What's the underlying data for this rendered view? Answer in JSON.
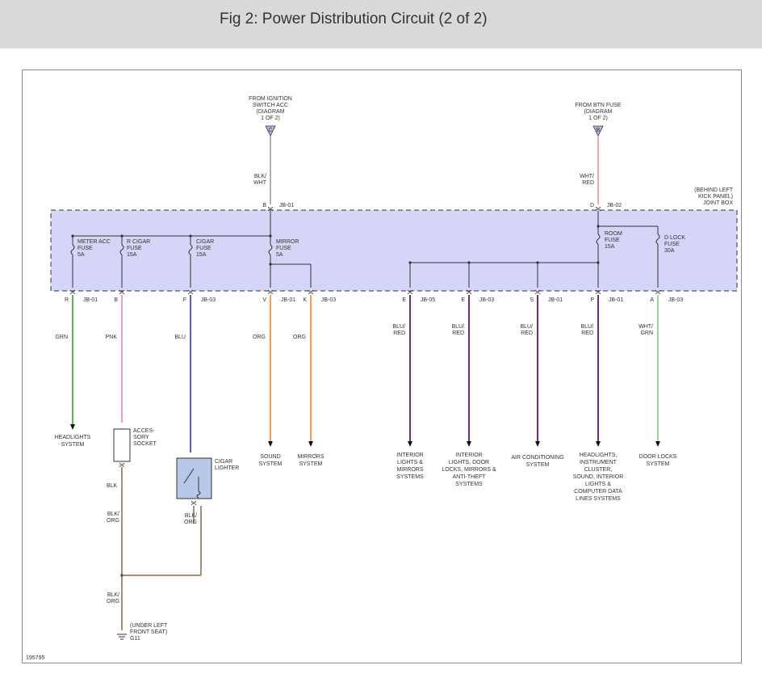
{
  "title": "Fig 2: Power Distribution Circuit (2 of 2)",
  "figure_id": "195795",
  "colors": {
    "background": "#ffffff",
    "titlebar": "#d9d9d9",
    "joint_box_fill": "#d5d5f7",
    "grn": "#22a022",
    "pnk": "#f07a9e",
    "blu": "#2222cc",
    "org": "#f07d1a",
    "blu_red": "#7a2a6e",
    "wht_red": "#e05a5a",
    "wht_grn": "#7ac87a",
    "blk_wht": "#606060",
    "blk_org": "#8a6a4a"
  },
  "sources": [
    {
      "label": [
        "FROM IGNITION",
        "SWITCH ACC",
        "(DIAGRAM",
        "1 OF 2)"
      ],
      "connector": "C",
      "wire": [
        "BLK/",
        "WHT"
      ],
      "pin": "B",
      "jb": "JB-01"
    },
    {
      "label": [
        "FROM BTN FUSE",
        "(DIAGRAM",
        "1 OF 2)"
      ],
      "connector": "B",
      "wire": [
        "WHT/",
        "RED"
      ],
      "pin": "D",
      "jb": "JB-02"
    }
  ],
  "joint_box_label": [
    "(BEHIND LEFT",
    "KICK PANEL)",
    "JOINT BOX"
  ],
  "fuses": [
    {
      "lines": [
        "METER ACC",
        "FUSE",
        "5A"
      ]
    },
    {
      "lines": [
        "R CIGAR",
        "FUSE",
        "15A"
      ]
    },
    {
      "lines": [
        "CIGAR",
        "FUSE",
        "15A"
      ]
    },
    {
      "lines": [
        "MIRROR",
        "FUSE",
        "5A"
      ]
    },
    {
      "lines": [
        "ROOM",
        "FUSE",
        "15A"
      ]
    },
    {
      "lines": [
        "D LOCK",
        "FUSE",
        "30A"
      ]
    }
  ],
  "outputs": [
    {
      "pin": "R",
      "jb": "JB-01",
      "wire": [
        "GRN"
      ],
      "dest": [
        "HEADLIGHTS",
        "SYSTEM"
      ]
    },
    {
      "pin": "B",
      "jb": "",
      "wire": [
        "PNK"
      ],
      "dest": []
    },
    {
      "pin": "F",
      "jb": "JB-03",
      "wire": [
        "BLU"
      ],
      "dest": []
    },
    {
      "pin": "V",
      "jb": "JB-01",
      "wire": [
        "ORG"
      ],
      "dest": [
        "SOUND",
        "SYSTEM"
      ]
    },
    {
      "pin": "K",
      "jb": "JB-03",
      "wire": [
        "ORG"
      ],
      "dest": [
        "MIRRORS",
        "SYSTEM"
      ]
    },
    {
      "pin": "E",
      "jb": "JB-05",
      "wire": [
        "BLU/",
        "RED"
      ],
      "dest": [
        "INTERIOR",
        "LIGHTS &",
        "MIRRORS",
        "SYSTEMS"
      ]
    },
    {
      "pin": "E",
      "jb": "JB-03",
      "wire": [
        "BLU/",
        "RED"
      ],
      "dest": [
        "INTERIOR",
        "LIGHTS, DOOR",
        "LOCKS, MIRRORS &",
        "ANTI-THEFT",
        "SYSTEMS"
      ]
    },
    {
      "pin": "S",
      "jb": "JB-01",
      "wire": [
        "BLU/",
        "RED"
      ],
      "dest": [
        "AIR CONDITIONING",
        "SYSTEM"
      ]
    },
    {
      "pin": "P",
      "jb": "JB-01",
      "wire": [
        "BLU/",
        "RED"
      ],
      "dest": [
        "HEADLIGHTS,",
        "INSTRUMENT",
        "CLUSTER,",
        "SOUND, INTERIOR",
        "LIGHTS &",
        "COMPUTER DATA",
        "LINES SYSTEMS"
      ]
    },
    {
      "pin": "A",
      "jb": "JB-03",
      "wire": [
        "WHT/",
        "GRN"
      ],
      "dest": [
        "DOOR LOCKS",
        "SYSTEM"
      ]
    }
  ],
  "components": {
    "socket": [
      "ACCES-",
      "SORY",
      "SOCKET"
    ],
    "lighter": [
      "CIGAR",
      "LIGHTER"
    ],
    "blk": [
      "BLK"
    ],
    "blk_org_1": [
      "BLK/",
      "ORG"
    ],
    "blk_org_2": [
      "BLK/",
      "ORG"
    ],
    "blk_org_3": [
      "BLK/",
      "ORG"
    ],
    "ground": [
      "(UNDER LEFT",
      "FRONT SEAT)",
      "G11"
    ]
  }
}
